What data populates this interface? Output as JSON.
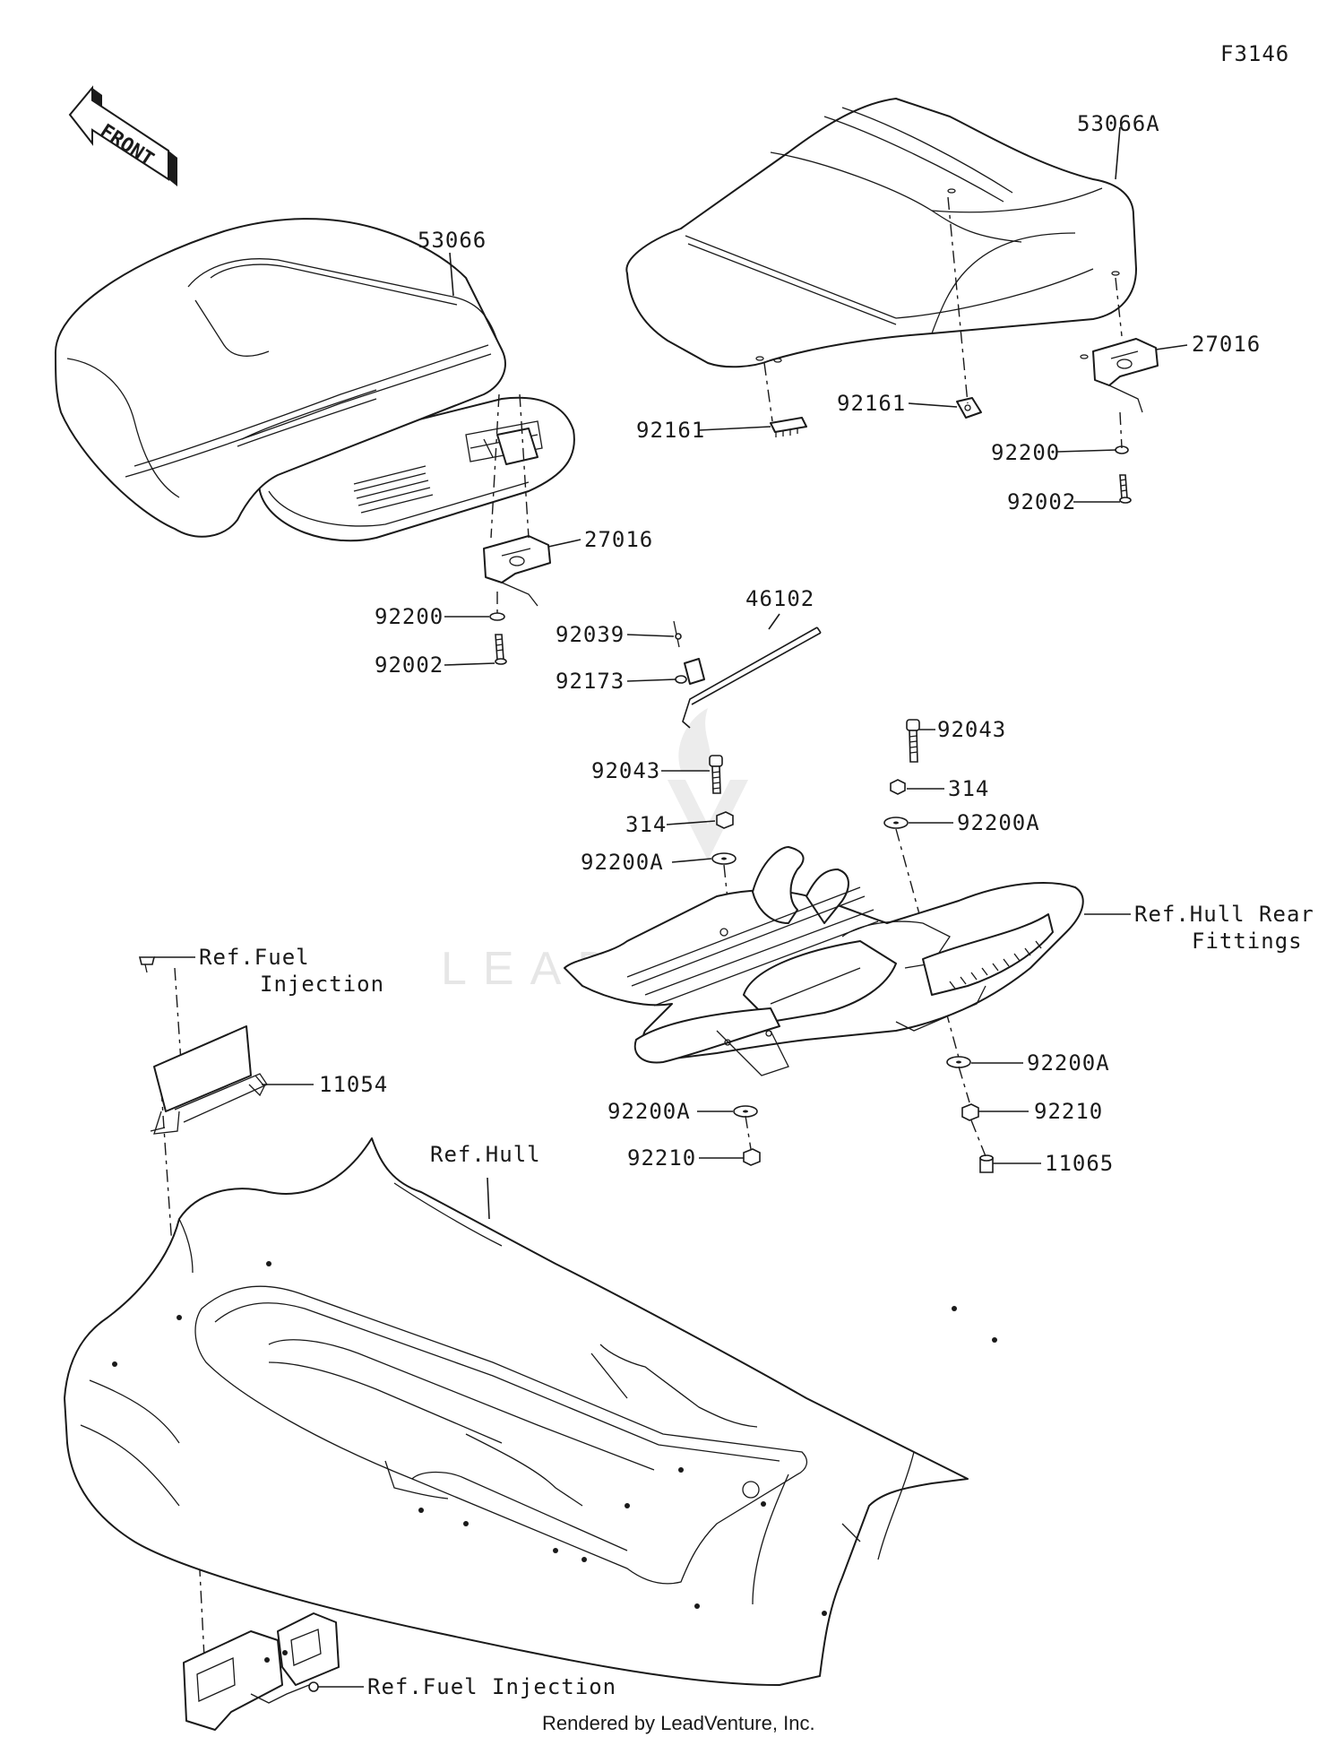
{
  "figure_id": "F3146",
  "front_label": "FRONT",
  "watermark": "LEADVENTURE",
  "footer": "Rendered by LeadVenture, Inc.",
  "labels": {
    "seat_front": "53066",
    "seat_rear": "53066A",
    "hinge_rear": "27016",
    "hinge_front": "27016",
    "nut_rear_left": "92161",
    "nut_rear_center": "92161",
    "washer_rear": "92200",
    "bolt_rear": "92002",
    "washer_front": "92200",
    "bolt_front": "92002",
    "cable": "46102",
    "clip_92039": "92039",
    "clip_92173": "92173",
    "bolt_left": "92043",
    "bolt_right": "92043",
    "nut314_left": "314",
    "nut314_right": "314",
    "washer_upper_left": "92200A",
    "washer_upper_right": "92200A",
    "ref_hull_rear_1": "Ref.Hull Rear",
    "ref_hull_rear_2": "Fittings",
    "ref_fuel_1": "Ref.Fuel",
    "ref_fuel_2": "Injection",
    "bracket": "11054",
    "washer_lower_right": "92200A",
    "washer_lower_left": "92200A",
    "nut_lower_right": "92210",
    "nut_lower_left": "92210",
    "cap": "11065",
    "ref_hull": "Ref.Hull",
    "ref_fuel_bottom": "Ref.Fuel Injection"
  }
}
